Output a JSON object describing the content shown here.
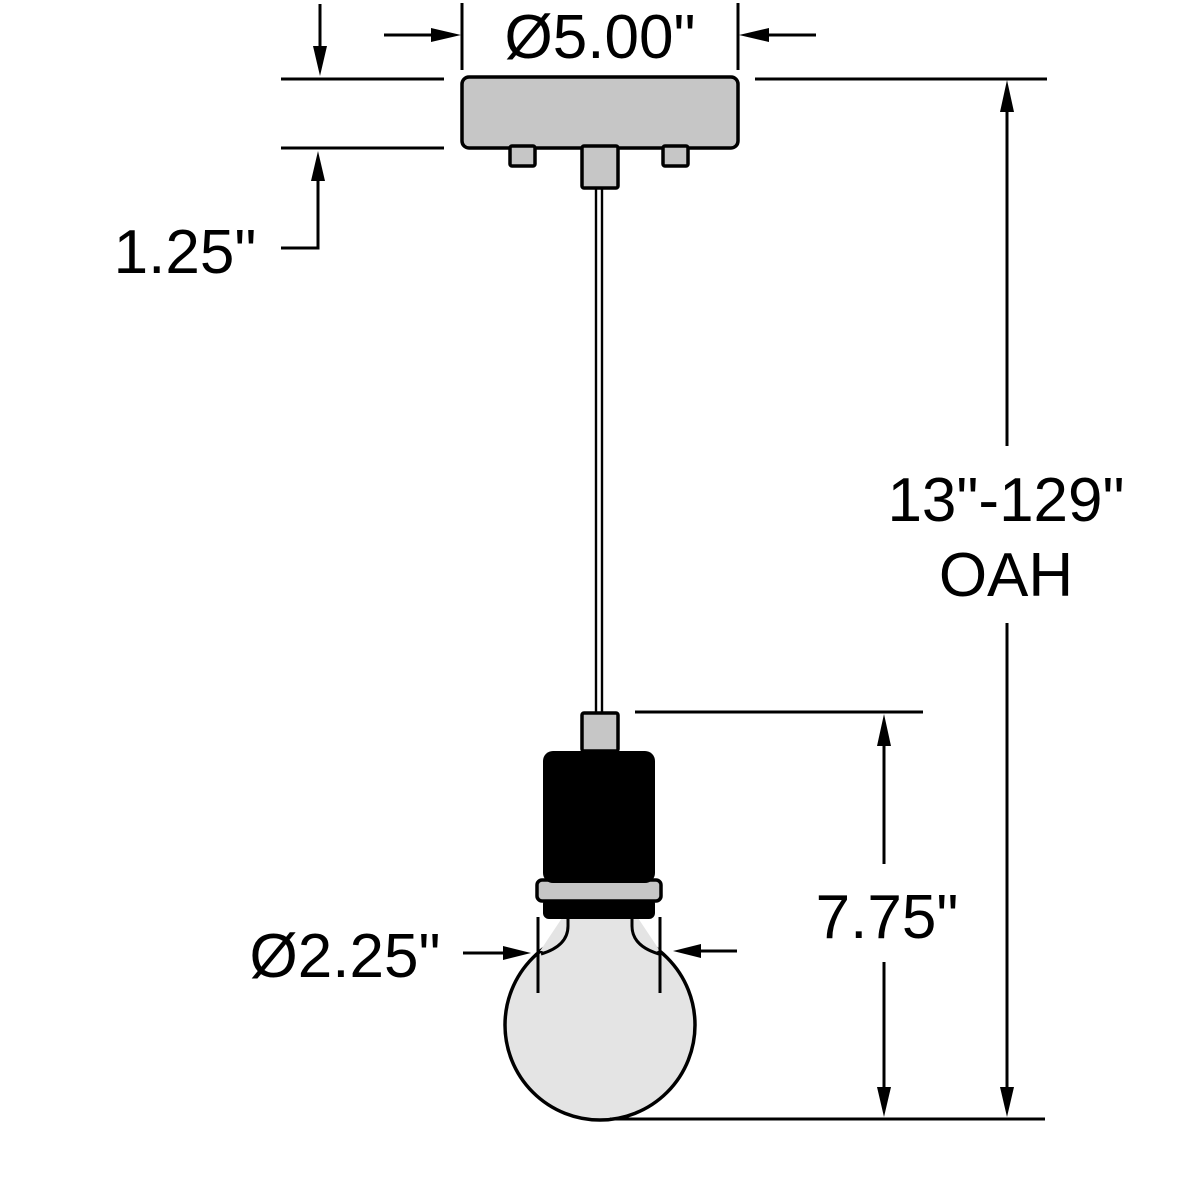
{
  "labels": {
    "canopy_diameter": "Ø5.00\"",
    "canopy_height": "1.25\"",
    "overall_height_range": "13\"-129\"",
    "overall_height_abbr": "OAH",
    "drop_height": "7.75\"",
    "bulb_diameter": "Ø2.25\""
  },
  "colors": {
    "line": "#000000",
    "metal_gray": "#c6c6c6",
    "glass_gray": "#e4e4e4",
    "socket_black": "#000000",
    "background": "#ffffff"
  }
}
